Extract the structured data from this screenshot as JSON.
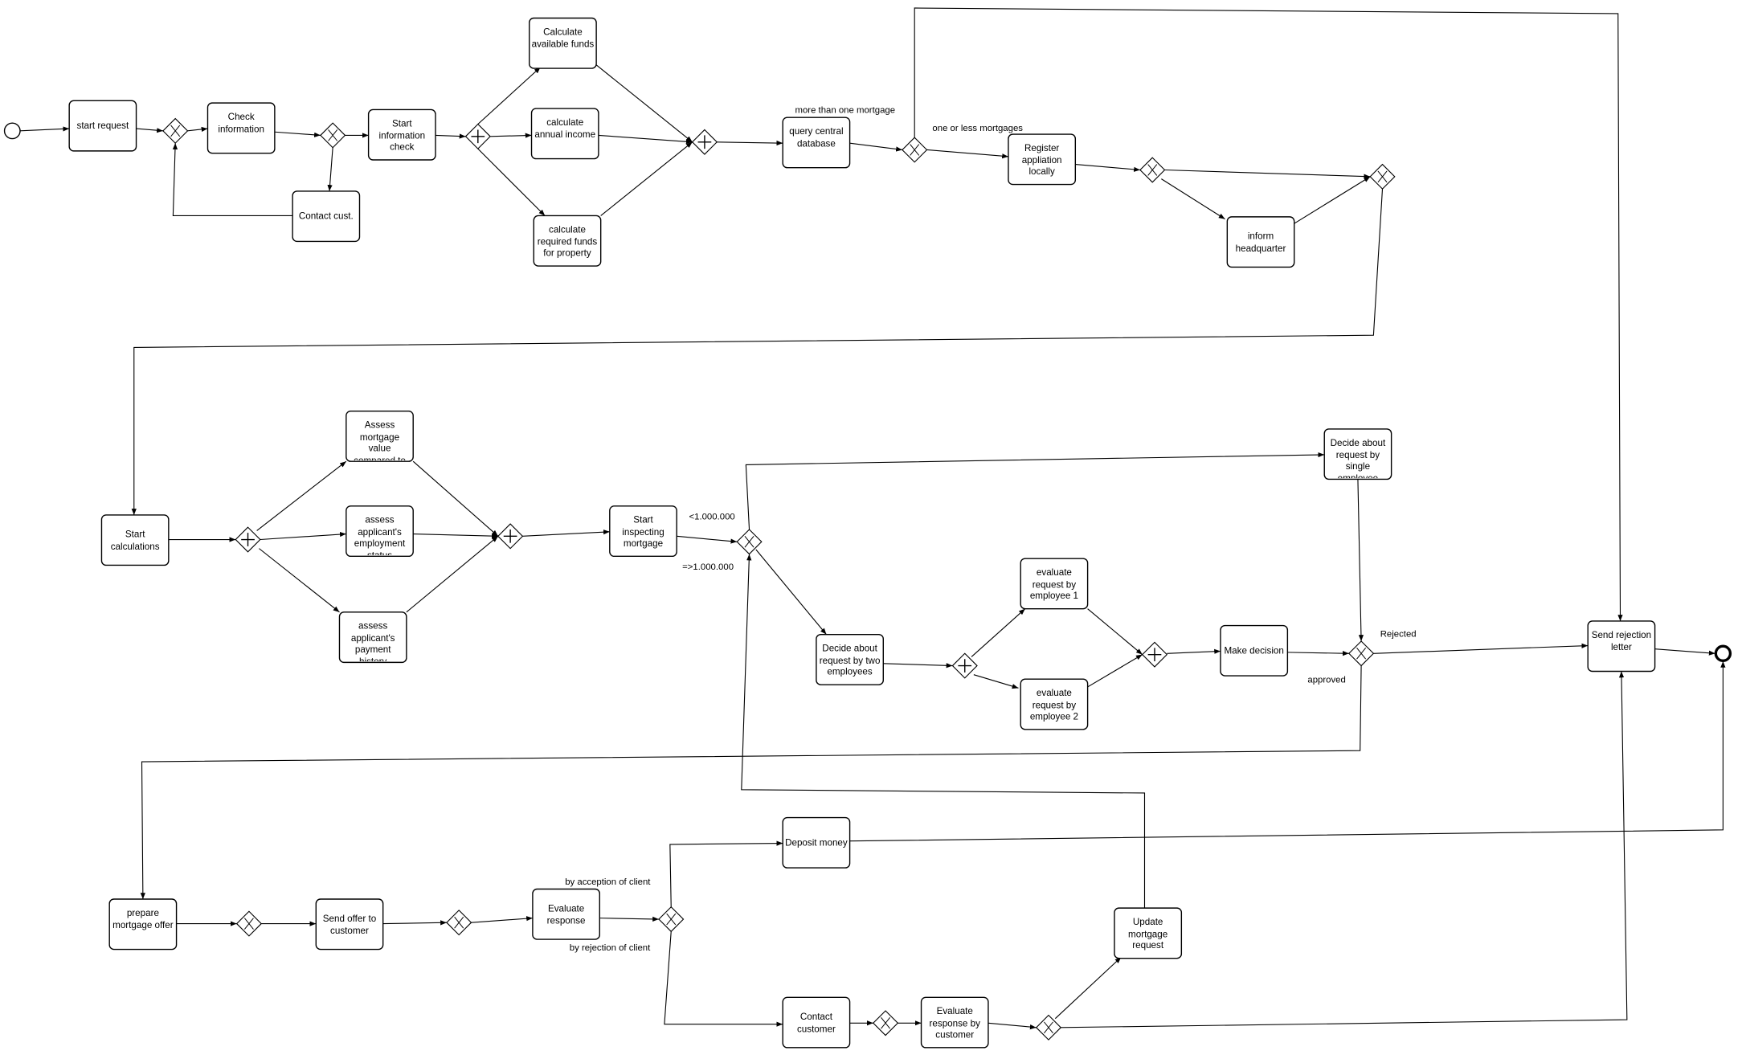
{
  "diagram": {
    "tasks": {
      "t1": "start request",
      "t2": "Check information",
      "t3": "Contact cust.",
      "t4": "Start information check",
      "t5": "Calculate available funds",
      "t6": "calculate annual income",
      "t7": "calculate required funds for property",
      "t8": "query central database",
      "t9": "Register appliation locally",
      "t10": "inform headquarter",
      "t11": "Start calculations",
      "t12": "Assess mortgage value compared to",
      "t13": "assess applicant's employment status",
      "t14": "assess applicant's payment history",
      "t15": "Start inspecting mortgage",
      "t16": "Decide about request by single employee",
      "t17": "Decide about request by two employees",
      "t18": "evaluate request by employee 1",
      "t19": "evaluate request by employee 2",
      "t20": "Make decision",
      "t21": "Send rejection letter",
      "t22": "prepare mortgage offer",
      "t23": "Send offer to customer",
      "t24": "Evaluate response",
      "t25": "Deposit money",
      "t26": "Update mortgage request",
      "t27": "Contact customer",
      "t28": "Evaluate response by customer"
    },
    "edge_labels": {
      "more_than_one": "more than one mortgage",
      "one_or_less": "one or less mortgages",
      "less_1m": "<1.000.000",
      "gte_1m": "=>1.000.000",
      "rejected": "Rejected",
      "approved": "approved",
      "acception": "by acception of client",
      "rejection": "by rejection of client"
    }
  }
}
